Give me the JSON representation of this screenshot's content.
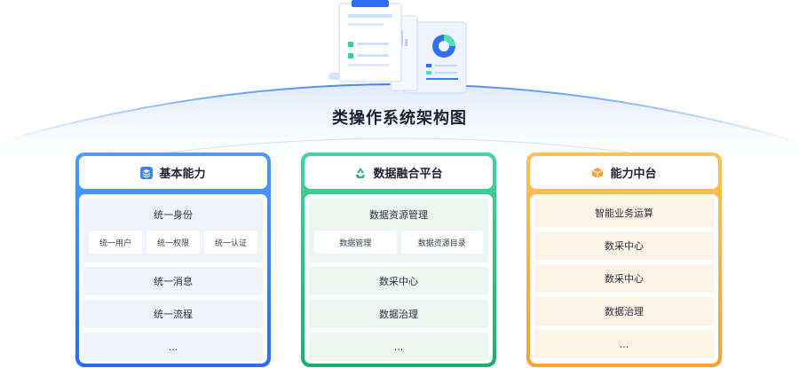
{
  "title": "类操作系统架构图",
  "columns": [
    {
      "name": "基本能力",
      "icon": "layers-icon",
      "color": "#3b82f6",
      "top": {
        "label": "统一身份",
        "subs": [
          "统一用户",
          "统一权限",
          "统一认证"
        ]
      },
      "rows": [
        "统一消息",
        "统一流程",
        "..."
      ]
    },
    {
      "name": "数据融合平台",
      "icon": "recycle-icon",
      "color": "#22b573",
      "top": {
        "label": "数据资源管理",
        "subs": [
          "数据管理",
          "数据资源目录"
        ]
      },
      "rows": [
        "数采中心",
        "数据治理",
        "..."
      ]
    },
    {
      "name": "能力中台",
      "icon": "cube-icon",
      "color": "#f7a332",
      "rows": [
        "智能业务运算",
        "数采中心",
        "数采中心",
        "数据治理",
        "..."
      ]
    }
  ]
}
